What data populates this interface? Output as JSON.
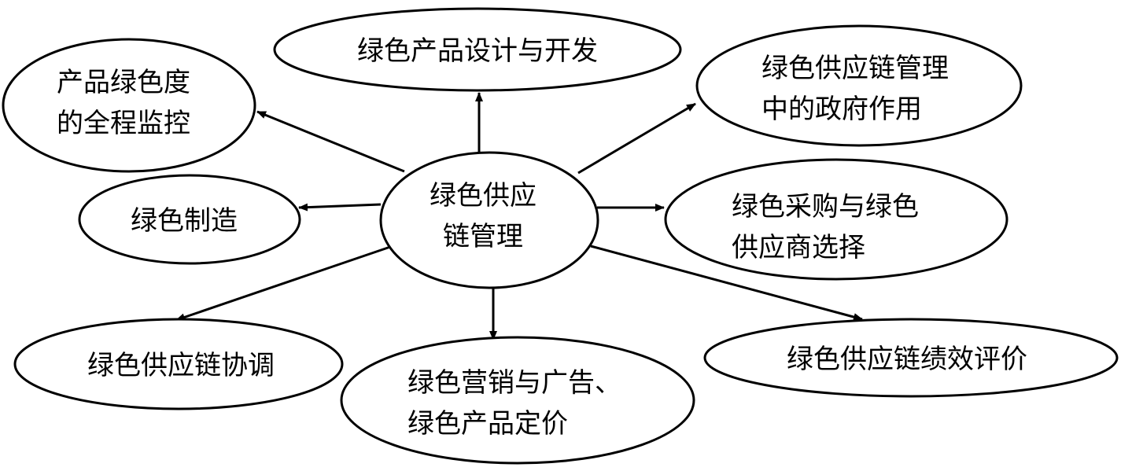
{
  "diagram": {
    "center": {
      "id": "center",
      "lines": [
        "绿色供应",
        "链管理"
      ]
    },
    "nodes": [
      {
        "id": "design",
        "lines": [
          "绿色产品设计与开发"
        ]
      },
      {
        "id": "monitor",
        "lines": [
          "产品绿色度",
          "的全程监控"
        ]
      },
      {
        "id": "government",
        "lines": [
          "绿色供应链管理",
          "中的政府作用"
        ]
      },
      {
        "id": "manufacture",
        "lines": [
          "绿色制造"
        ]
      },
      {
        "id": "procurement",
        "lines": [
          "绿色采购与绿色",
          "供应商选择"
        ]
      },
      {
        "id": "coordination",
        "lines": [
          "绿色供应链协调"
        ]
      },
      {
        "id": "marketing",
        "lines": [
          "绿色营销与广告、",
          "绿色产品定价"
        ]
      },
      {
        "id": "evaluation",
        "lines": [
          "绿色供应链绩效评价"
        ]
      }
    ],
    "edges": [
      {
        "from": "center",
        "to": "design"
      },
      {
        "from": "center",
        "to": "monitor"
      },
      {
        "from": "center",
        "to": "government"
      },
      {
        "from": "center",
        "to": "manufacture"
      },
      {
        "from": "center",
        "to": "procurement"
      },
      {
        "from": "center",
        "to": "coordination"
      },
      {
        "from": "center",
        "to": "marketing"
      },
      {
        "from": "center",
        "to": "evaluation"
      }
    ]
  }
}
